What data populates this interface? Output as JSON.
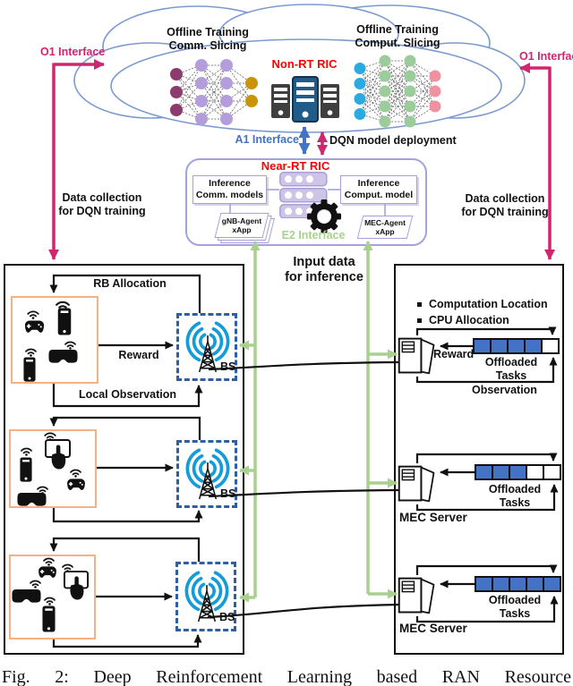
{
  "figure_caption": "Fig. 2: Deep Reinforcement Learning based RAN Resource",
  "cloud": {
    "offline_comm_label": "Offline Training\nComm. Slicing",
    "offline_comput_label": "Offline Training\nComput. Slicing",
    "non_rt_ric_label": "Non-RT RIC",
    "nn_left": {
      "layers": [
        {
          "count": 3,
          "color": "#8C3B6E"
        },
        {
          "count": 4,
          "color": "#B39DDB"
        },
        {
          "count": 4,
          "color": "#B39DDB"
        },
        {
          "count": 2,
          "color": "#C9940A"
        }
      ]
    },
    "nn_right": {
      "layers": [
        {
          "count": 4,
          "color": "#29ABE2"
        },
        {
          "count": 5,
          "color": "#9CCC9C"
        },
        {
          "count": 5,
          "color": "#9CCC9C"
        },
        {
          "count": 3,
          "color": "#F0919F"
        }
      ]
    }
  },
  "interfaces": {
    "o1_left": "O1 Interface",
    "o1_right": "O1 Interface",
    "a1": "A1 Interface",
    "e2": "E2 Interface",
    "dqn_deployment": "DQN model deployment"
  },
  "near_rt_ric": {
    "title": "Near-RT RIC",
    "inference_comm_label": "Inference\nComm. models",
    "inference_comput_label": "Inference\nComput. model",
    "gnb_agent_label": "gNB-Agent\nxApp",
    "mec_agent_label": "MEC-Agent\nxApp"
  },
  "annotations": {
    "data_collection_left": "Data collection\nfor DQN training",
    "data_collection_right": "Data collection\nfor DQN training",
    "input_inference": "Input data\nfor inference"
  },
  "ran": {
    "groups": [
      {
        "rb_allocation": "RB Allocation",
        "reward": "Reward",
        "local_observation": "Local Observation",
        "bs_label": "BS",
        "devices": [
          "smartphone",
          "gamepad",
          "smartphone",
          "vr-headset"
        ]
      },
      {
        "bs_label": "BS",
        "devices": [
          "touch-tablet",
          "smartphone",
          "gamepad",
          "vr-headset"
        ]
      },
      {
        "bs_label": "BS",
        "devices": [
          "gamepad",
          "touch-tablet",
          "vr-headset",
          "smartphone"
        ]
      }
    ]
  },
  "mec": {
    "bullets": [
      "Computation Location",
      "CPU Allocation"
    ],
    "servers": [
      {
        "reward": "Reward",
        "offloaded_tasks": "Offloaded\nTasks",
        "observation": "Observation",
        "queue": {
          "filled": 4,
          "total": 5
        }
      },
      {
        "offloaded_tasks": "Offloaded\nTasks",
        "label": "MEC Server",
        "queue": {
          "filled": 3,
          "total": 5
        }
      },
      {
        "offloaded_tasks": "Offloaded\nTasks",
        "label": "MEC Server",
        "queue": {
          "filled": 5,
          "total": 5
        }
      }
    ]
  },
  "colors": {
    "magenta_interface": "#D02670",
    "blue_a1": "#4472C4",
    "green_e2": "#A9D18E",
    "red_title": "#FF0000",
    "cloud_outline": "#7C9AD0",
    "near_rt_border": "#A3A3DC",
    "orange_device_box": "#F4B183",
    "bs_dashed_border": "#2E5FA3",
    "bs_signal_blue": "#149CD8",
    "queue_fill_blue": "#4472C4",
    "server_dark_gray": "#3F3F3F",
    "server_blue": "#1F5C8A",
    "ric_server_purple": "#CDC4E8"
  },
  "icons": {
    "wifi": "wifi-icon",
    "smartphone": "smartphone-icon",
    "gamepad": "gamepad-icon",
    "vr_headset": "vr-headset-icon",
    "touch_tablet": "touch-tablet-icon",
    "base_station": "bs-antenna-icon",
    "mec_server": "server-tower-icon",
    "non_rt_servers": "server-rack-icon",
    "ric_server": "ric-server-icon",
    "gear": "gear-icon",
    "neural_network": "neural-network-icon"
  }
}
